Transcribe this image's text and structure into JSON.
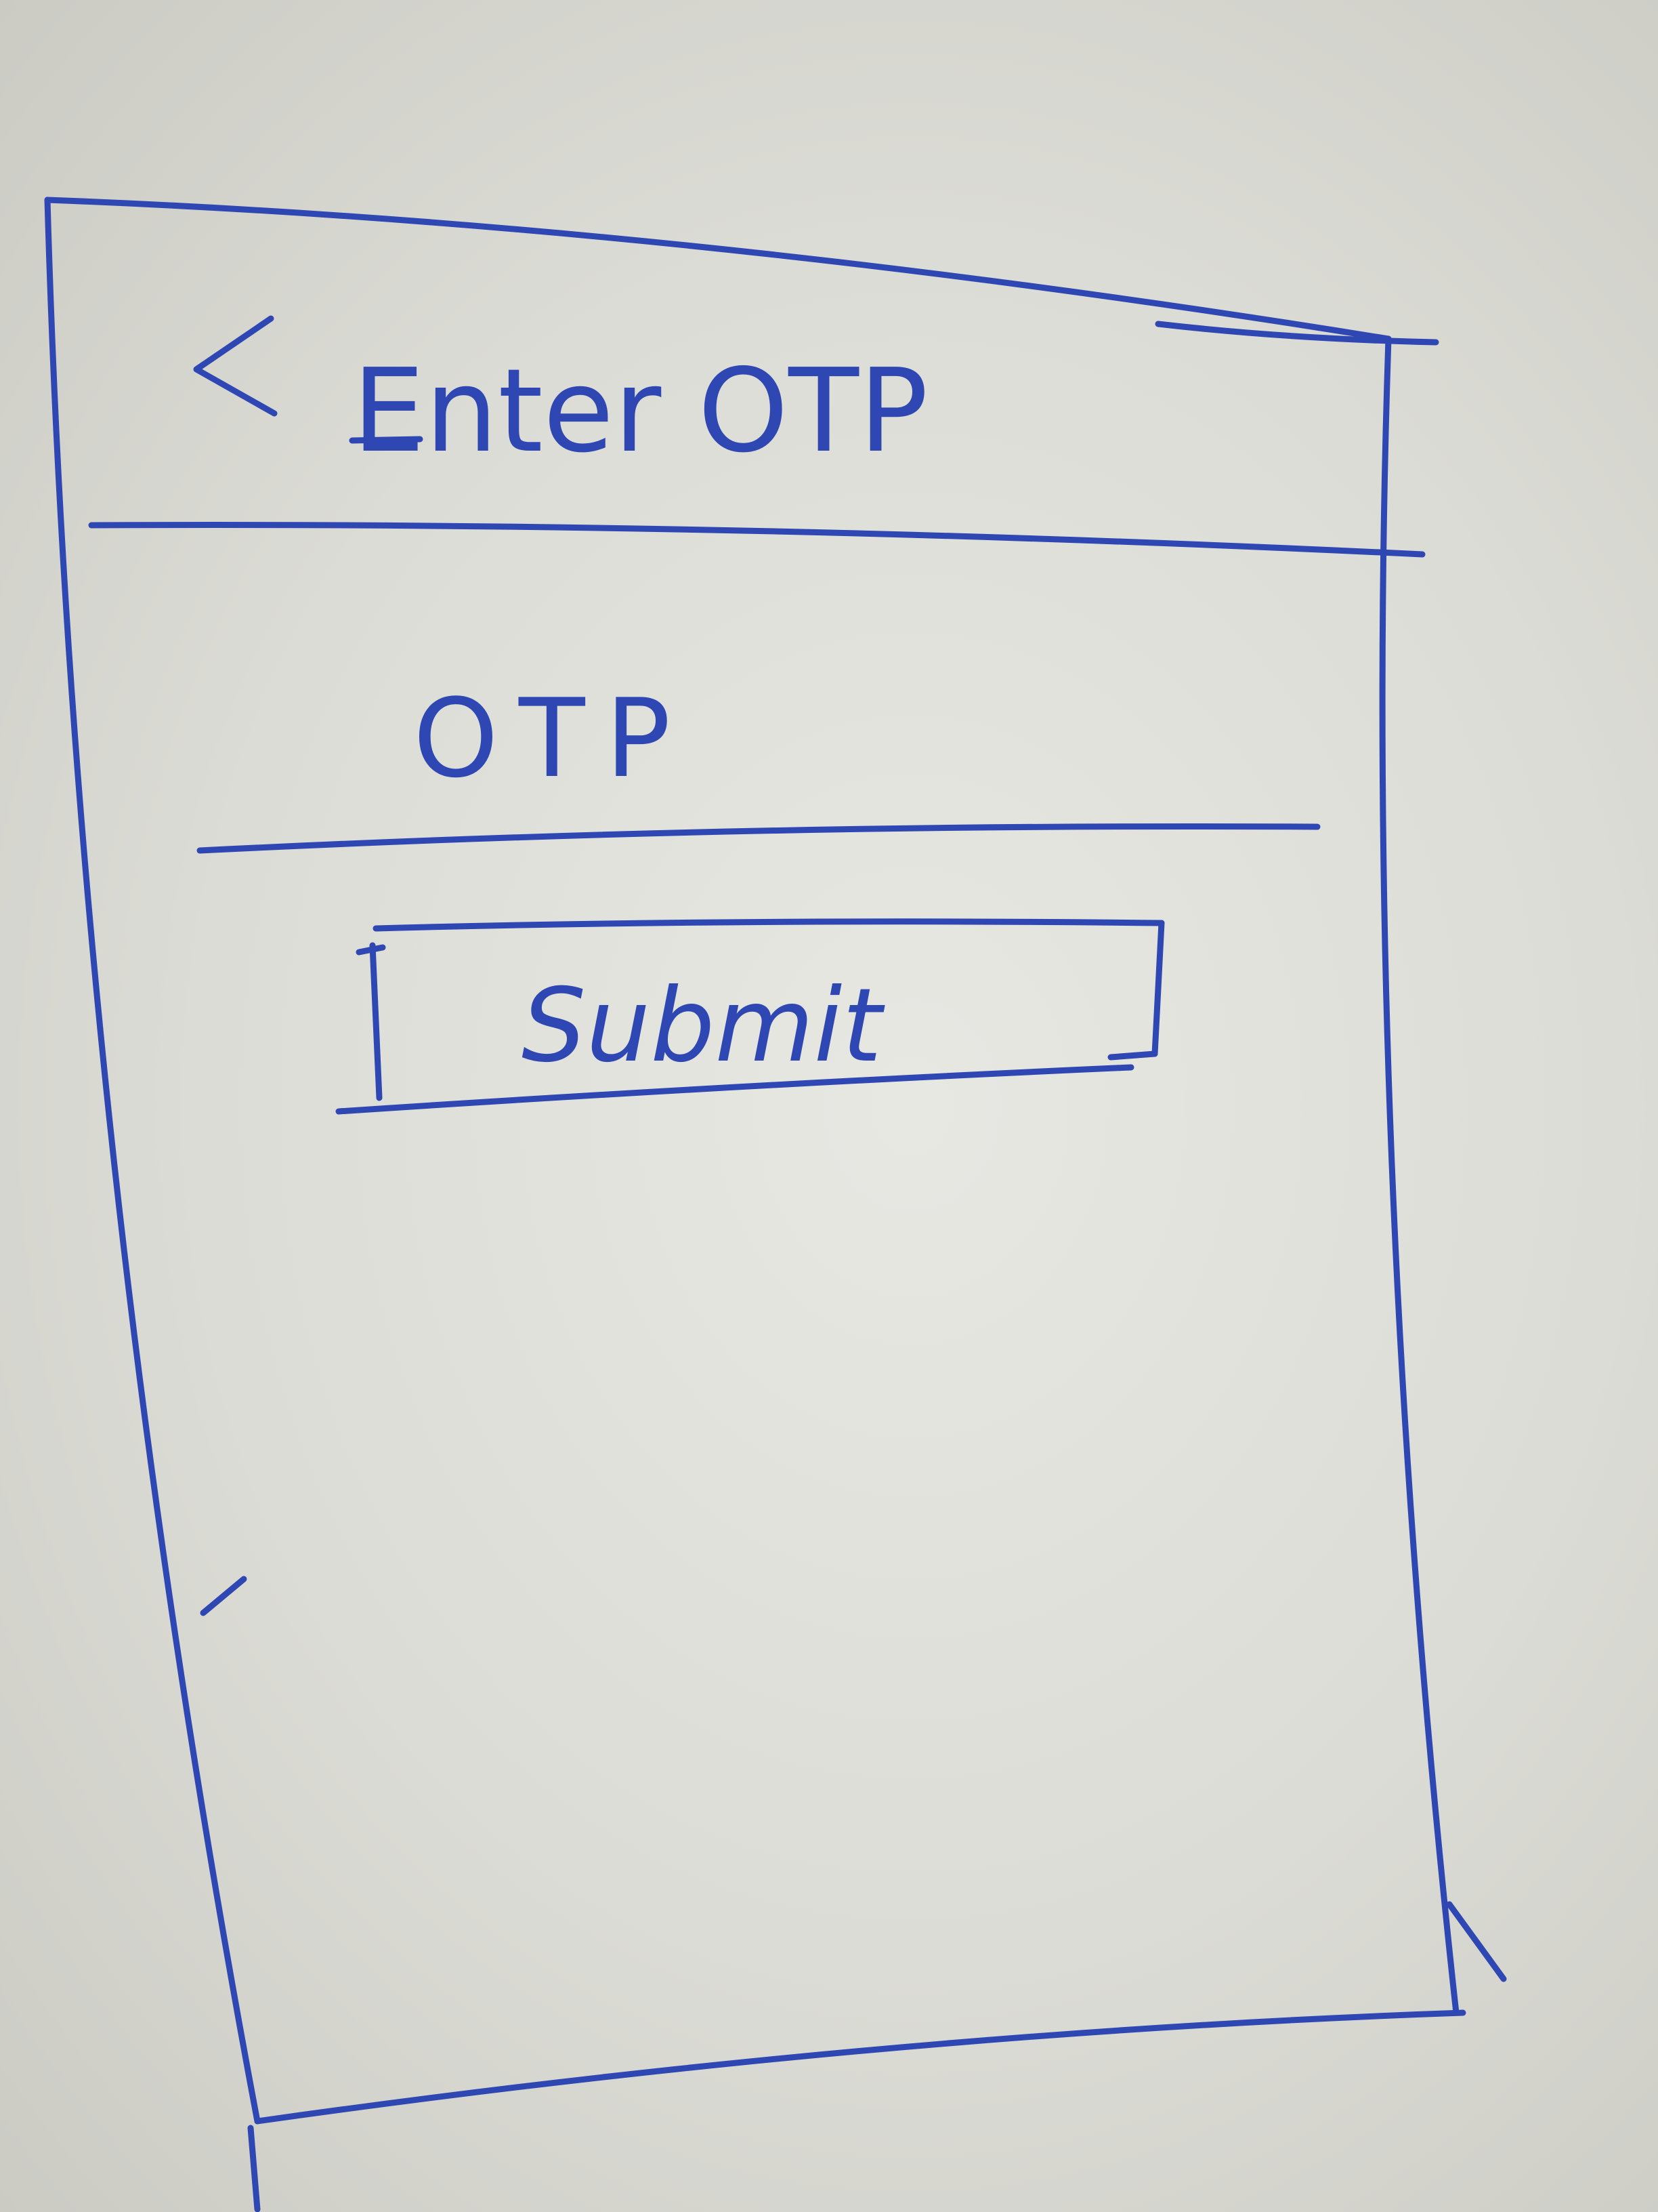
{
  "header": {
    "back_glyph": "<",
    "title": "Enter OTP"
  },
  "otp_input": {
    "placeholder": "OTP"
  },
  "submit": {
    "label": "Submit"
  },
  "colors": {
    "ink": "#2f47b3",
    "paper": "#e2e2dd"
  }
}
